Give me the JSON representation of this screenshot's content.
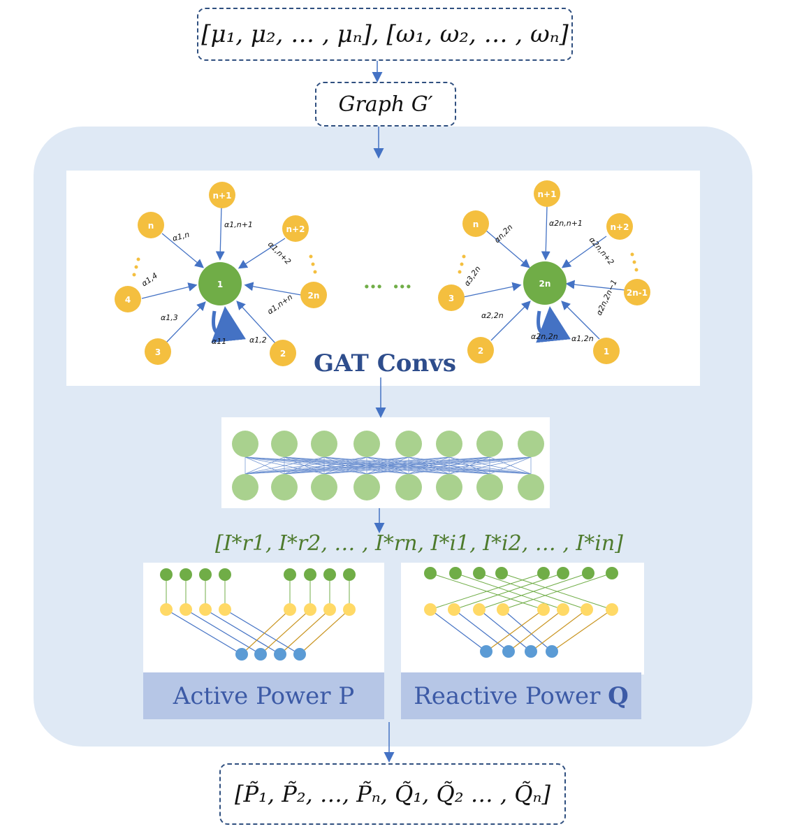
{
  "input_box": {
    "text": "[μ₁, μ₂, … , μₙ], [ω₁, ω₂, … , ωₙ]"
  },
  "graph_box": {
    "text": "Graph G′"
  },
  "gat": {
    "title": "GAT Convs",
    "between_dots": "… …",
    "left_graph": {
      "center": "1",
      "neighbors": [
        "n+1",
        "n",
        "n+2",
        "4",
        "2n",
        "3",
        "2"
      ],
      "edge_labels": [
        "α1,n+1",
        "α1,n",
        "α1,n+2",
        "α1,4",
        "α1,n+n",
        "α1,3",
        "α1,2",
        "α11"
      ]
    },
    "right_graph": {
      "center": "2n",
      "neighbors": [
        "n+1",
        "n",
        "n+2",
        "3",
        "2n-1",
        "2",
        "1"
      ],
      "edge_labels": [
        "α2n,n+1",
        "αn,2n",
        "α2n,n+2",
        "α3,2n",
        "α2n,2n−1",
        "α2,2n",
        "α1,2n",
        "α2n,2n"
      ]
    }
  },
  "currents_label": "[I*r1, I*r2, … , I*rn, I*i1, I*i2, … , I*in]",
  "active_power_label": "Active Power P",
  "reactive_power": {
    "text": "Reactive Power ",
    "symbol": "Q"
  },
  "output_box": {
    "text": "[P̃₁, P̃₂, …, P̃ₙ, Q̃₁, Q̃₂ … , Q̃ₙ]"
  },
  "colors": {
    "panel": "#dfe9f5",
    "yellow_node": "#f4bf3f",
    "green_node": "#70ad47",
    "light_green": "#a9d18e",
    "blue_node": "#5b9bd5",
    "arrow": "#4472c4"
  }
}
